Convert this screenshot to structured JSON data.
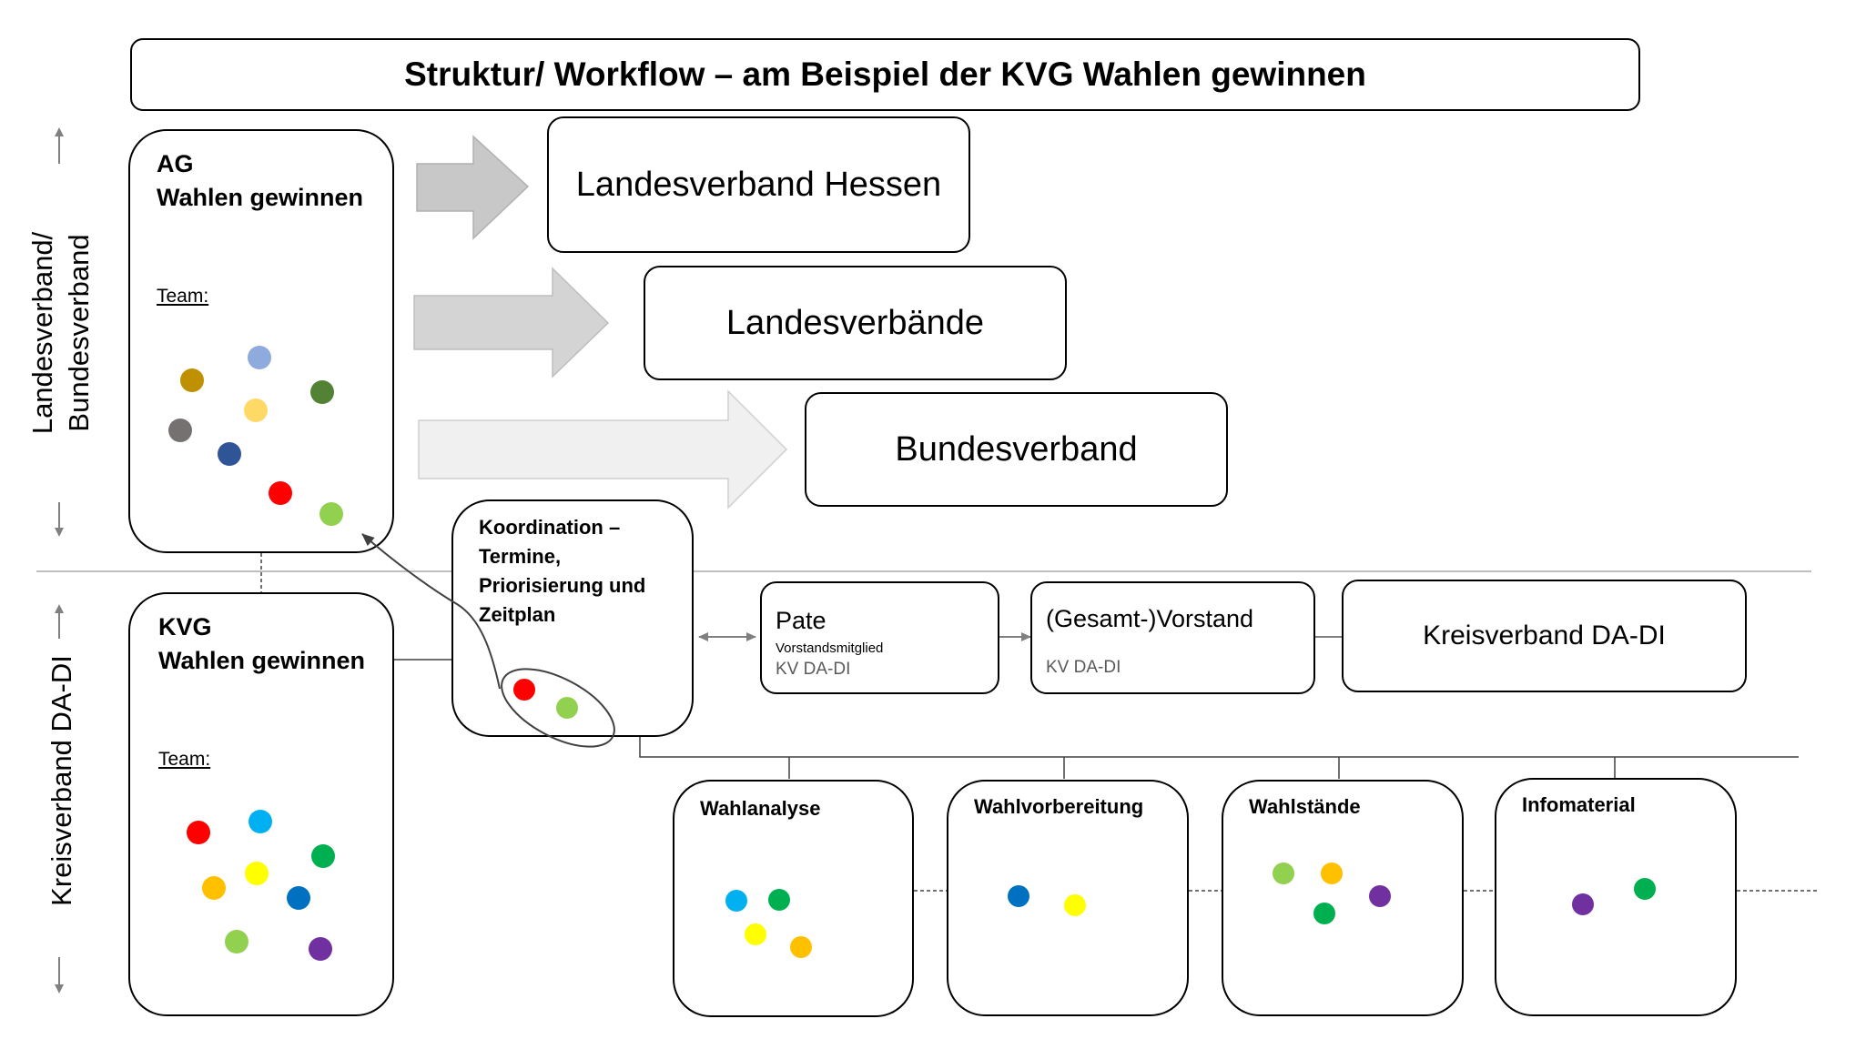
{
  "title": "Struktur/ Workflow – am Beispiel der KVG Wahlen gewinnen",
  "side_labels": {
    "upper_line1": "Landesverband/",
    "upper_line2": "Bundesverband",
    "lower": "Kreisverband DA-DI"
  },
  "ag_box": {
    "line1": "AG",
    "line2": "Wahlen gewinnen",
    "team_label": "Team:"
  },
  "kvg_box": {
    "line1": "KVG",
    "line2": "Wahlen gewinnen",
    "team_label": "Team:"
  },
  "targets": {
    "hessen": "Landesverband Hessen",
    "landesverbaende": "Landesverbände",
    "bundesverband": "Bundesverband"
  },
  "koordination": {
    "line1": "Koordination –",
    "line2": "Termine,",
    "line3": "Priorisierung und",
    "line4": "Zeitplan"
  },
  "pate": {
    "title": "Pate",
    "role": "Vorstandsmitglied",
    "org": "KV DA-DI"
  },
  "vorstand": {
    "title": "(Gesamt-)Vorstand",
    "org": "KV DA-DI"
  },
  "kreisverband": "Kreisverband DA-DI",
  "workgroups": [
    "Wahlanalyse",
    "Wahlvorbereitung",
    "Wahlstände",
    "Infomaterial"
  ],
  "colors": {
    "mustard": "#bf9000",
    "light_blue": "#8faadc",
    "dark_green": "#548235",
    "grey": "#767171",
    "light_yellow": "#ffd966",
    "navy": "#2f5597",
    "red": "#ff0000",
    "light_green": "#92d050",
    "sky_blue": "#00b0f0",
    "green": "#00b050",
    "orange": "#ffc000",
    "yellow": "#ffff00",
    "blue": "#0070c0",
    "purple": "#7030a0"
  }
}
